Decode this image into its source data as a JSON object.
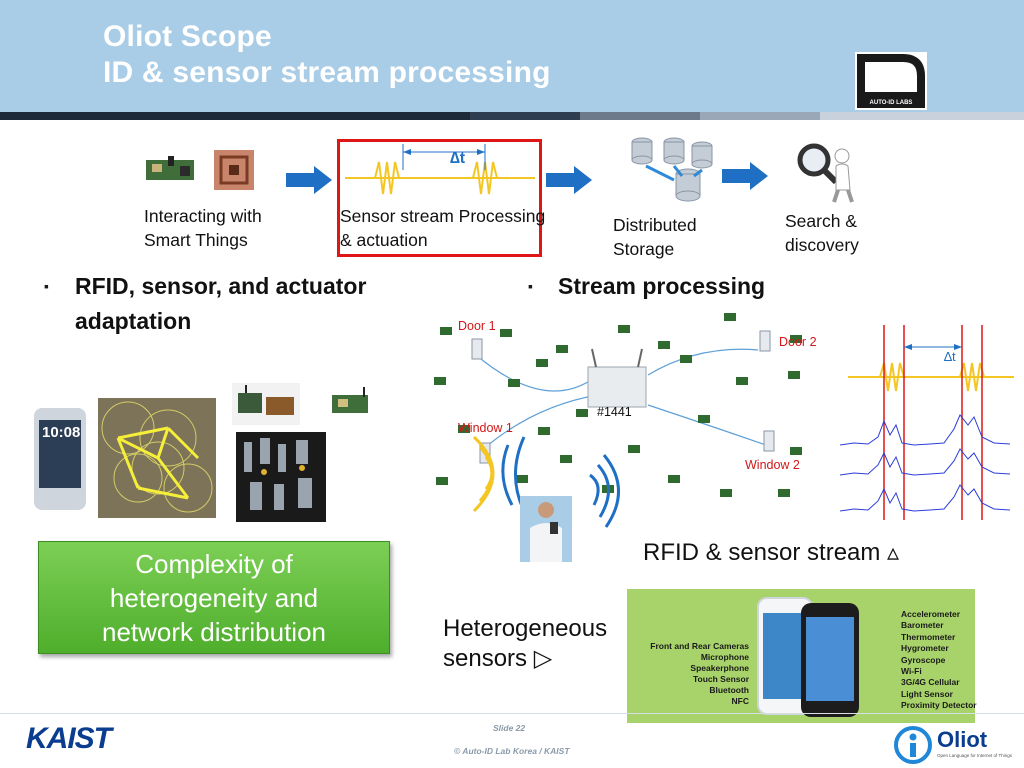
{
  "header": {
    "title_line1": "Oliot Scope",
    "title_line2": "ID & sensor stream processing",
    "logo_text": "AUTO-ID LABS"
  },
  "pipeline": {
    "step1": "Interacting with\nSmart Things",
    "step2": "Sensor stream Processing\n& actuation",
    "step3": "Distributed\nStorage",
    "step4": "Search &\ndiscovery",
    "delta": "∆t"
  },
  "bullets": {
    "left": "RFID, sensor, and actuator\nadaptation",
    "right": "Stream processing",
    "mark": "▪"
  },
  "green_box": "Complexity of\nheterogeneity and\nnetwork distribution",
  "network": {
    "door1": "Door 1",
    "door2": "Door 2",
    "window1": "Window 1",
    "window2": "Window 2",
    "reader_id": "#1441"
  },
  "stream_chart": {
    "delta": "∆t"
  },
  "captions": {
    "stream": "RFID & sensor stream ▵",
    "sensors": "Heterogeneous\nsensors ▷"
  },
  "phone": {
    "left_labels": [
      "Front and Rear Cameras",
      "Microphone",
      "Speakerphone",
      "Touch Sensor",
      "Bluetooth",
      "NFC"
    ],
    "right_labels": [
      "Accelerometer",
      "Barometer",
      "Thermometer",
      "Hygrometer",
      "Gyroscope",
      "Wi-Fi",
      "3G/4G Cellular",
      "Light Sensor",
      "Proximity Detector"
    ],
    "clock": "10:08"
  },
  "footer": {
    "slide": "Slide 22",
    "copyright": "© Auto-ID Lab Korea / KAIST",
    "kaist": "KAIST",
    "oliot": "Oliot",
    "oliot_tagline": "Open Language for Internet of Things"
  },
  "colors": {
    "header_bg": "#a9cde6",
    "accent_red": "#e01515",
    "arrow_blue": "#1f6fc4",
    "green": "#5fbd3a",
    "signal_yellow": "#f3c623",
    "kaist_blue": "#0a3d8f"
  }
}
